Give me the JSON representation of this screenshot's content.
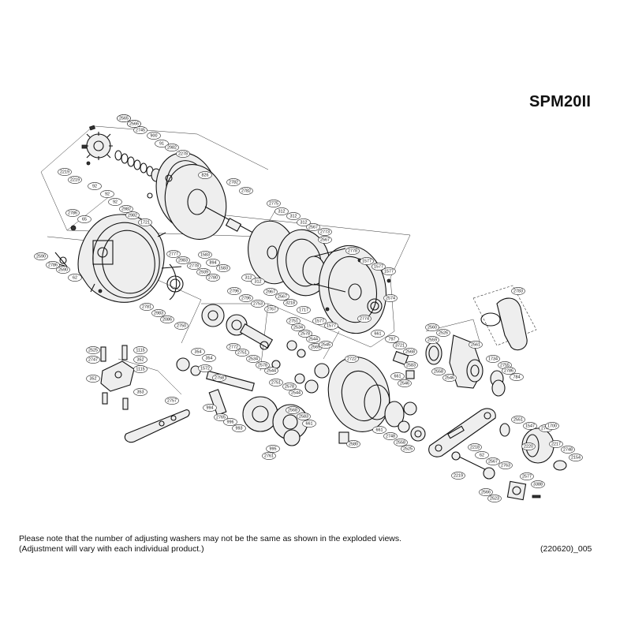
{
  "model": "SPM20II",
  "note_line1": "Please note that the number of adjusting washers may not be the same as shown in the exploded views.",
  "note_line2": "(Adjustment will vary with each individual product.)",
  "doc_code": "(220620)_005",
  "part_labels": [
    "2219",
    "2218",
    "2745",
    "900",
    "91",
    "2982",
    "2278",
    "2219",
    "2219",
    "92",
    "92",
    "92",
    "2982",
    "2982",
    "1721",
    "826",
    "2782",
    "2782",
    "2786",
    "65",
    "2590",
    "2786",
    "2590",
    "62",
    "2775",
    "312",
    "312",
    "312",
    "2567",
    "2773",
    "2567",
    "1583",
    "894",
    "1583",
    "312",
    "312",
    "2967",
    "2567",
    "3218",
    "1717",
    "2778",
    "1577",
    "1577",
    "1577",
    "2574",
    "1577",
    "1577",
    "2774",
    "2777",
    "2983",
    "2778",
    "2939",
    "2780",
    "2781",
    "2983",
    "2086",
    "2750",
    "2796",
    "2796",
    "2753",
    "2767",
    "2751",
    "2534",
    "2578",
    "2544",
    "2772",
    "2751",
    "2534",
    "2578",
    "2544",
    "2751",
    "2578",
    "2544",
    "2565",
    "2545",
    "2722",
    "661",
    "797",
    "3721",
    "2568",
    "2583",
    "661",
    "2546",
    "2568",
    "2583",
    "661",
    "2580",
    "661",
    "2748",
    "2558",
    "2525",
    "2560",
    "2526",
    "2559",
    "2558",
    "2546",
    "2561",
    "1734",
    "2755",
    "2786",
    "784",
    "2783",
    "2525",
    "2747",
    "1115",
    "352",
    "1115",
    "352",
    "353",
    "354",
    "354",
    "1572",
    "2758",
    "994",
    "2765",
    "996",
    "993",
    "995",
    "2761",
    "2757",
    "2551",
    "1547",
    "2748",
    "2220",
    "1700",
    "2217",
    "2748",
    "2154",
    "2219",
    "2218",
    "62",
    "2567",
    "2763",
    "2566",
    "2523",
    "2577",
    "3388",
    "2565",
    "2566"
  ]
}
